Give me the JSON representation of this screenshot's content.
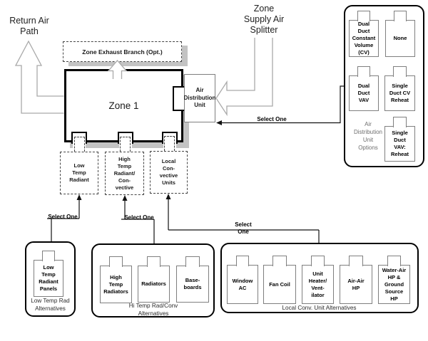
{
  "titles": {
    "return_air": "Return Air\nPath",
    "supply_air": "Zone\nSupply Air\nSplitter"
  },
  "zone": {
    "name": "Zone 1",
    "exhaust_branch": "Zone Exhaust Branch (Opt.)"
  },
  "adu": {
    "label": "Air\nDistribution\nUnit"
  },
  "select_labels": {
    "adu": "Select One",
    "low_temp": "Select One",
    "high_temp": "Select One",
    "local": "Select\nOne"
  },
  "zone_connections": [
    {
      "label": "Low\nTemp\nRadiant"
    },
    {
      "label": "High\nTemp\nRadiant/\nCon-\nvective"
    },
    {
      "label": "Local\nCon-\nvective\nUnits"
    }
  ],
  "adu_options_panel": {
    "caption": "Air\nDistribution\nUnit\nOptions",
    "options": [
      "Dual\nDuct\nConstant\nVolume\n(CV)",
      "None",
      "Dual\nDuct\nVAV",
      "Single\nDuct CV\nReheat",
      "Single\nDuct\nVAV:\nReheat"
    ]
  },
  "alternative_groups": [
    {
      "caption": "Low Temp Rad\nAlternatives",
      "options": [
        "Low\nTemp\nRadiant\nPanels"
      ]
    },
    {
      "caption": "Hi Temp Rad/Conv\nAlternatives",
      "options": [
        "High\nTemp\nRadiators",
        "Radiators",
        "Base-\nboards"
      ]
    },
    {
      "caption": "Local Conv. Unit Alternatives",
      "options": [
        "Window\nAC",
        "Fan Coil",
        "Unit\nHeater/\nVent-\nilator",
        "Air-Air\nHP",
        "Water-Air\nHP &\nGround\nSource\nHP"
      ]
    }
  ],
  "colors": {
    "shadow": "#c3c3c3",
    "outline_arrow": "#a9a9a9",
    "tab_border": "#7f7f7f",
    "line": "#111111",
    "caption_gray": "#6e6e6e"
  }
}
